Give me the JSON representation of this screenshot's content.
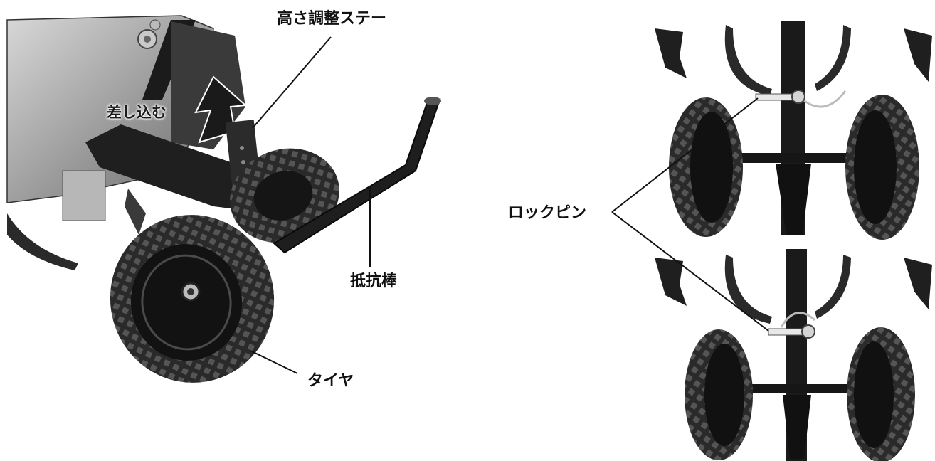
{
  "labels": {
    "height_stay": "高さ調整ステー",
    "insert": "差し込む",
    "resistance_bar": "抵抗棒",
    "tire": "タイヤ",
    "lock_pin": "ロックピン"
  },
  "colors": {
    "background": "#ffffff",
    "line": "#111111",
    "tire": "#1e1e1e",
    "metal": "#8e8e8e"
  }
}
